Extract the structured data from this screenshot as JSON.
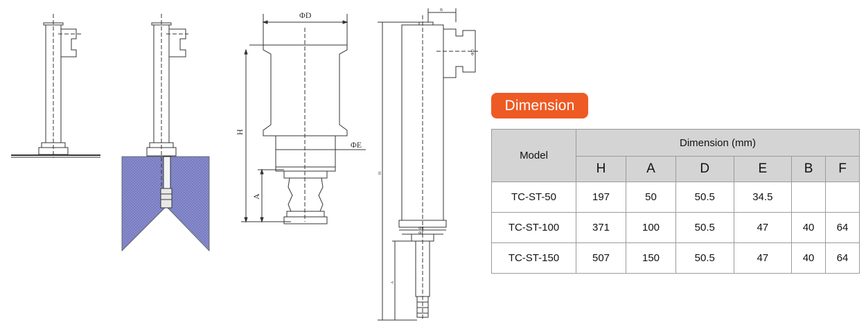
{
  "drawing_labels": {
    "phi_d": "ΦD",
    "phi_e": "ΦE",
    "h": "H",
    "a": "A",
    "b_small": "B",
    "d_small": "ΦD",
    "e_small": "ΦE",
    "f_small": "ΦF",
    "h_small": "H",
    "a_small": "A"
  },
  "badge": {
    "label": "Dimension"
  },
  "table": {
    "model_header": "Model",
    "group_header": "Dimension (mm)",
    "columns": [
      "H",
      "A",
      "D",
      "E",
      "B",
      "F"
    ],
    "rows": [
      {
        "model": "TC-ST-50",
        "cells": [
          "197",
          "50",
          "50.5",
          "34.5",
          "",
          ""
        ]
      },
      {
        "model": "TC-ST-100",
        "cells": [
          "371",
          "100",
          "50.5",
          "47",
          "40",
          "64"
        ]
      },
      {
        "model": "TC-ST-150",
        "cells": [
          "507",
          "150",
          "50.5",
          "47",
          "40",
          "64"
        ]
      }
    ]
  },
  "colors": {
    "badge": "#ee5a24",
    "header_bg": "#d4d4d4",
    "ground": "#8a8fce"
  }
}
